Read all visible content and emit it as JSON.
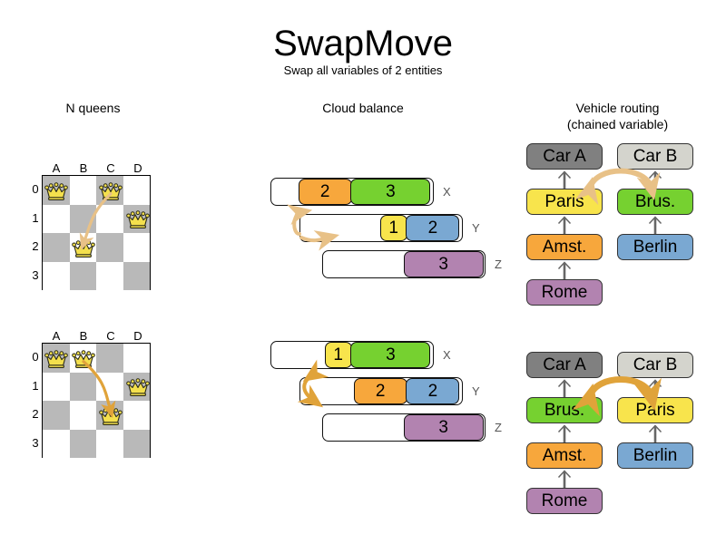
{
  "title": "SwapMove",
  "subtitle": "Swap all variables of 2 entities",
  "sections": {
    "nqueens": {
      "heading": "N queens"
    },
    "cloud": {
      "heading": "Cloud balance"
    },
    "vrp": {
      "heading_line1": "Vehicle routing",
      "heading_line2": "(chained variable)"
    }
  },
  "colors": {
    "orange": "#f7a73c",
    "green": "#76d130",
    "yellow": "#f8e44c",
    "blue": "#7aa8d2",
    "purple": "#b283b0",
    "car_a": "#808080",
    "car_b": "#d4d4cd",
    "board_dark": "#b9b9b9",
    "board_light": "#ffffff",
    "queen_gold": "#f4e04d",
    "arrow_light": "#e8c187",
    "arrow_dark": "#e0a33a",
    "chain_arrow": "#666666"
  },
  "nqueens": {
    "columns": [
      "A",
      "B",
      "C",
      "D"
    ],
    "rows": [
      "0",
      "1",
      "2",
      "3"
    ],
    "before": {
      "queens": [
        {
          "col": "A",
          "row": "0"
        },
        {
          "col": "C",
          "row": "0"
        },
        {
          "col": "D",
          "row": "1"
        },
        {
          "col": "B",
          "row": "2"
        }
      ],
      "move_arrow": {
        "from": "C0",
        "to": "B2",
        "style": "light"
      }
    },
    "after": {
      "queens": [
        {
          "col": "A",
          "row": "0"
        },
        {
          "col": "B",
          "row": "0"
        },
        {
          "col": "D",
          "row": "1"
        },
        {
          "col": "C",
          "row": "2"
        }
      ],
      "move_arrow": {
        "from": "B0",
        "to": "C2",
        "style": "dark"
      }
    }
  },
  "cloud": {
    "before": {
      "computers": [
        {
          "label": "X",
          "processes": [
            {
              "value": "2",
              "color": "orange"
            },
            {
              "value": "3",
              "color": "green"
            }
          ]
        },
        {
          "label": "Y",
          "processes": [
            {
              "value": "1",
              "color": "yellow"
            },
            {
              "value": "2",
              "color": "blue"
            }
          ]
        },
        {
          "label": "Z",
          "processes": [
            {
              "value": "3",
              "color": "purple"
            }
          ]
        }
      ]
    },
    "after": {
      "computers": [
        {
          "label": "X",
          "processes": [
            {
              "value": "1",
              "color": "yellow"
            },
            {
              "value": "3",
              "color": "green"
            }
          ]
        },
        {
          "label": "Y",
          "processes": [
            {
              "value": "2",
              "color": "orange"
            },
            {
              "value": "2",
              "color": "blue"
            }
          ]
        },
        {
          "label": "Z",
          "processes": [
            {
              "value": "3",
              "color": "purple"
            }
          ]
        }
      ]
    }
  },
  "vrp": {
    "before": {
      "chains": [
        {
          "vehicle": "Car A",
          "vehicle_color": "car_a",
          "stops": [
            {
              "label": "Paris",
              "color": "yellow"
            },
            {
              "label": "Amst.",
              "color": "orange"
            },
            {
              "label": "Rome",
              "color": "purple"
            }
          ]
        },
        {
          "vehicle": "Car B",
          "vehicle_color": "car_b",
          "stops": [
            {
              "label": "Brus.",
              "color": "green"
            },
            {
              "label": "Berlin",
              "color": "blue"
            }
          ]
        }
      ],
      "swap_arrow": {
        "left": "Paris",
        "right": "Brus.",
        "style": "light"
      }
    },
    "after": {
      "chains": [
        {
          "vehicle": "Car A",
          "vehicle_color": "car_a",
          "stops": [
            {
              "label": "Brus.",
              "color": "green"
            },
            {
              "label": "Amst.",
              "color": "orange"
            },
            {
              "label": "Rome",
              "color": "purple"
            }
          ]
        },
        {
          "vehicle": "Car B",
          "vehicle_color": "car_b",
          "stops": [
            {
              "label": "Paris",
              "color": "yellow"
            },
            {
              "label": "Berlin",
              "color": "blue"
            }
          ]
        }
      ],
      "swap_arrow": {
        "left": "Brus.",
        "right": "Paris",
        "style": "dark"
      }
    }
  }
}
